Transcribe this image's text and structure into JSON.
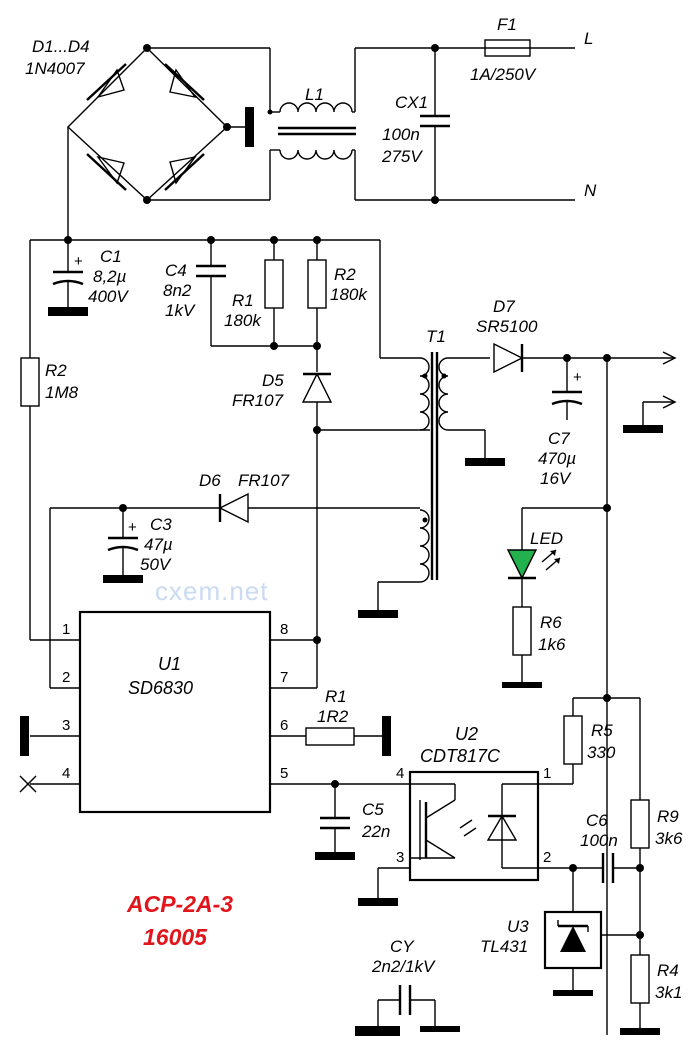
{
  "watermark": "cxem.net",
  "title": {
    "model": "ACP-2A-3",
    "code": "16005"
  },
  "labels": {
    "bridge_ref": "D1...D4",
    "bridge_val": "1N4007",
    "l1": "L1",
    "cx1": "CX1",
    "cx1_v1": "100n",
    "cx1_v2": "275V",
    "f1": "F1",
    "f1_val": "1A/250V",
    "line_l": "L",
    "line_n": "N",
    "c1": "C1",
    "c1_v1": "8,2µ",
    "c1_v2": "400V",
    "c4": "C4",
    "c4_v1": "8n2",
    "c4_v2": "1kV",
    "r1a": "R1",
    "r1a_val": "180k",
    "r2a": "R2",
    "r2a_val": "180k",
    "d5": "D5",
    "d5_val": "FR107",
    "r2b": "R2",
    "r2b_val": "1M8",
    "t1": "T1",
    "d7": "D7",
    "d7_val": "SR5100",
    "c7": "C7",
    "c7_v1": "470µ",
    "c7_v2": "16V",
    "d6": "D6",
    "d6_val": "FR107",
    "c3": "C3",
    "c3_v1": "47µ",
    "c3_v2": "50V",
    "led": "LED",
    "r6": "R6",
    "r6_val": "1k6",
    "u1": "U1",
    "u1_val": "SD6830",
    "r1b": "R1",
    "r1b_val": "1R2",
    "u2": "U2",
    "u2_val": "CDT817C",
    "r5": "R5",
    "r5_val": "330",
    "c5": "C5",
    "c5_val": "22n",
    "c6": "C6",
    "c6_val": "100n",
    "r9": "R9",
    "r9_val": "3k6",
    "u3": "U3",
    "u3_val": "TL431",
    "r4": "R4",
    "r4_val": "3k1",
    "cy": "CY",
    "cy_val": "2n2/1kV",
    "plus": "+"
  },
  "pins": {
    "u1_1": "1",
    "u1_2": "2",
    "u1_3": "3",
    "u1_4": "4",
    "u1_5": "5",
    "u1_6": "6",
    "u1_7": "7",
    "u1_8": "8",
    "u2_1": "1",
    "u2_2": "2",
    "u2_3": "3",
    "u2_4": "4"
  },
  "colors": {
    "led": "#22b14c",
    "title": "#e1161d",
    "watermark": "#c9daf2"
  }
}
